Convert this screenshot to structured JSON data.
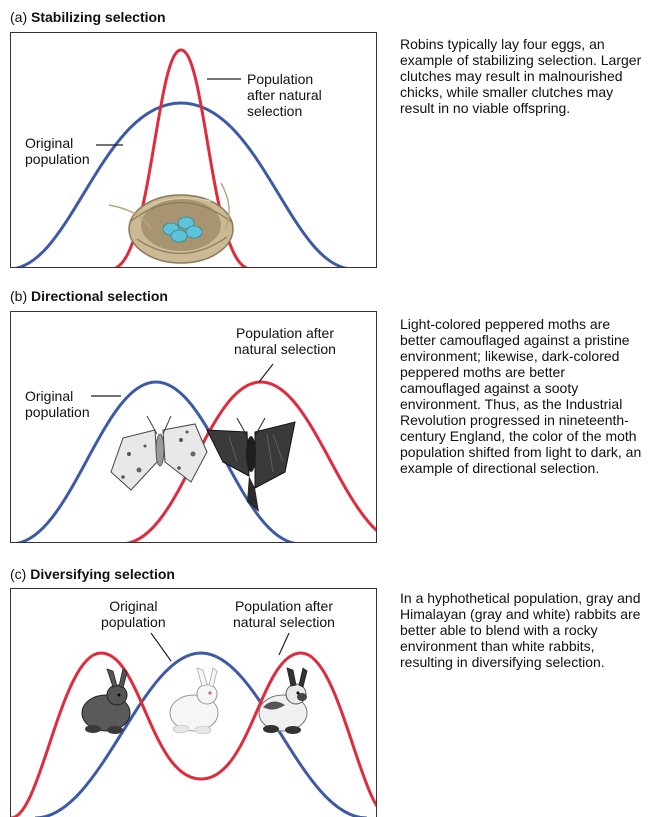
{
  "colors": {
    "original_curve": "#3d5aa6",
    "selected_curve": "#e02b3a",
    "frame": "#333333"
  },
  "panels": [
    {
      "prefix": "(a)",
      "title": "Stabilizing selection",
      "label_original": "Original\npopulation",
      "label_after": "Population\nafter natural\nselection",
      "description": "Robins typically lay four eggs, an example of stabilizing selection. Larger clutches may result in malnourished chicks, while smaller clutches may result in no viable offspring.",
      "illustration": "nest-with-four-blue-eggs"
    },
    {
      "prefix": "(b)",
      "title": "Directional selection",
      "label_original": "Original\npopulation",
      "label_after": "Population after\nnatural selection",
      "description": "Light-colored peppered moths are better camouflaged against a pristine environment; likewise, dark-colored peppered moths are better camouflaged against a sooty environment. Thus, as the Industrial Revolution progressed in nineteenth-century England, the color of the moth population shifted from light to dark, an example of directional selection.",
      "illustration": "light-and-dark-peppered-moths"
    },
    {
      "prefix": "(c)",
      "title": "Diversifying selection",
      "label_original": "Original\npopulation",
      "label_after": "Population after\nnatural selection",
      "description": "In a hyphothetical population, gray and Himalayan (gray and white) rabbits are better able to blend with a rocky environment than white rabbits, resulting in diversifying selection.",
      "illustration": "gray-white-and-himalayan-rabbits"
    }
  ]
}
